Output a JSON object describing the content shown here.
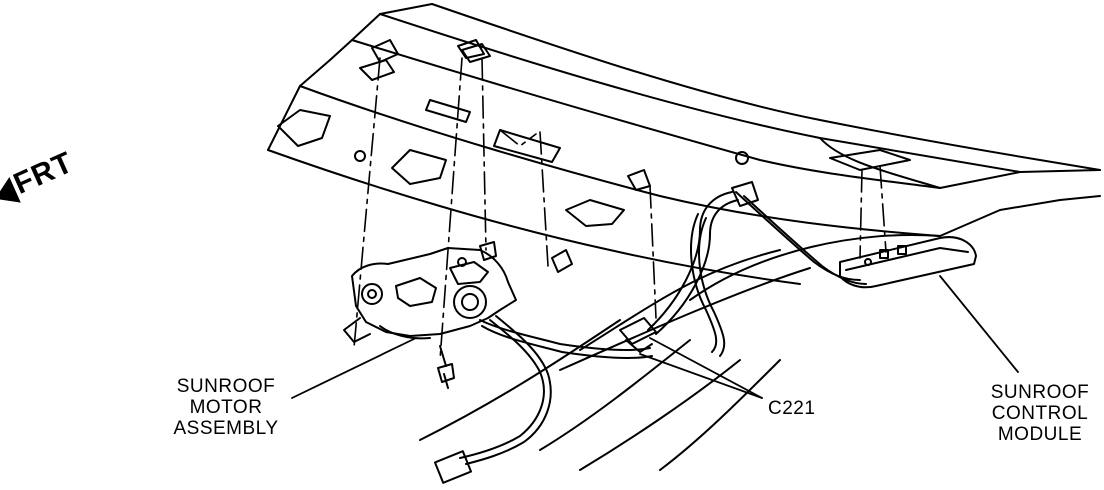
{
  "direction": {
    "label": "FRT"
  },
  "labels": {
    "motor": [
      "SUNROOF",
      "MOTOR",
      "ASSEMBLY"
    ],
    "connector": "C221",
    "module": [
      "SUNROOF",
      "CONTROL",
      "MODULE"
    ]
  },
  "line_color": "#000000",
  "background": "#ffffff"
}
